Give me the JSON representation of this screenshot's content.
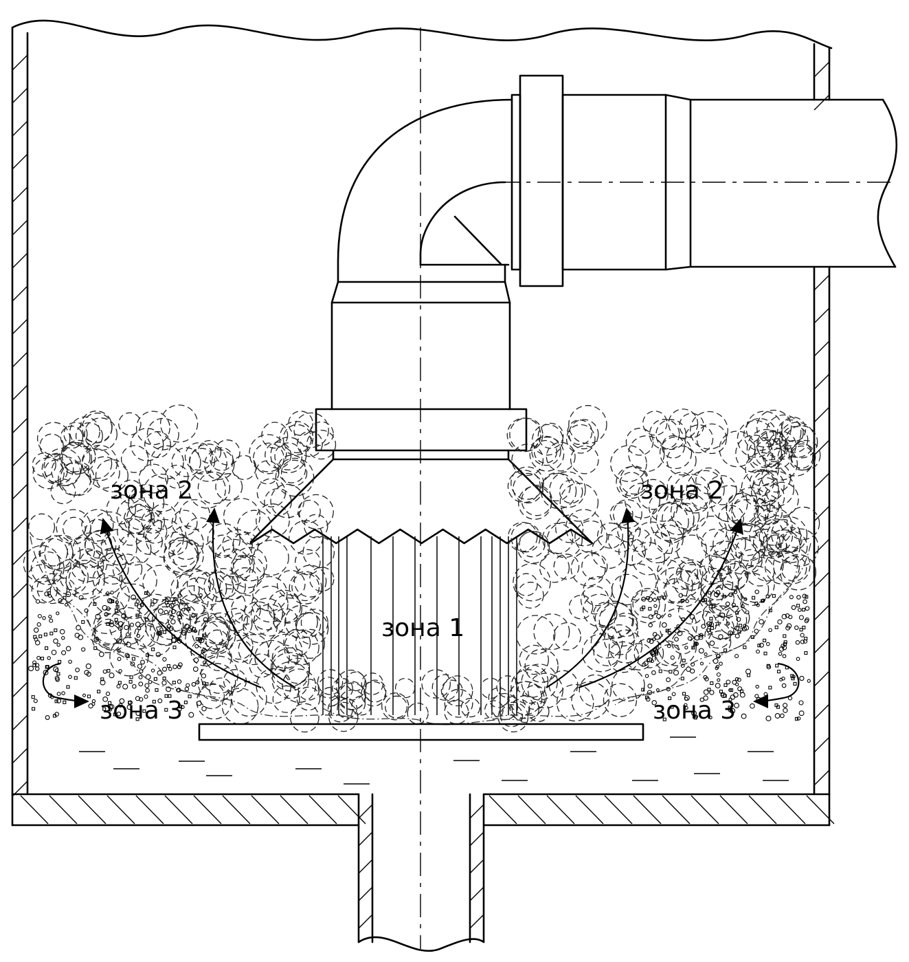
{
  "labels": {
    "zone1": "зона 1",
    "zone2_left": "зона 2",
    "zone2_right": "зона 2",
    "zone3_left": "зона 3",
    "zone3_right": "зона 3"
  },
  "colors": {
    "line": "#000000",
    "background": "#ffffff"
  },
  "icons": [
    "tank-outline",
    "elbow-pipe",
    "nozzle-diffuser",
    "foam-bubbles",
    "flow-arrows",
    "drain-pipe"
  ]
}
